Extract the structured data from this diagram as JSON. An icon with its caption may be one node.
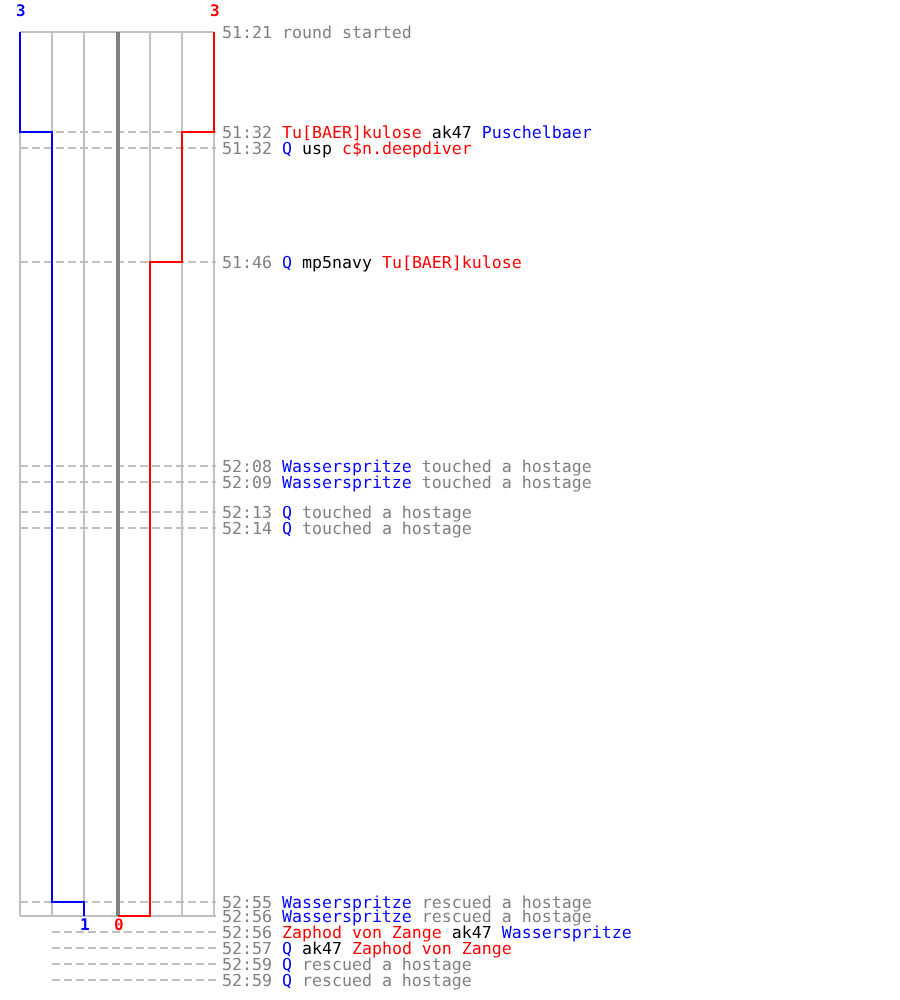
{
  "diagram": {
    "labels": [
      "3",
      "3",
      "51:21",
      "round started",
      "51:32",
      "Tu[BAER]kulose",
      "ak47",
      "Puschelbaer",
      "51:32",
      "Q",
      "usp",
      "c$n.deepdiver",
      "51:46",
      "Q",
      "mp5navy",
      "Tu[BAER]kulose",
      "52:08",
      "Wasserspritze",
      "touched a hostage",
      "52:09",
      "Wasserspritze",
      "touched a hostage",
      "52:13",
      "Q",
      "touched a hostage",
      "52:14",
      "Q",
      "touched a hostage",
      "52:55",
      "Wasserspritze",
      "rescued a hostage",
      "1",
      "0",
      "52:56",
      "Wasserspritze",
      "rescued a hostage",
      "52:56",
      "Zaphod von Zange",
      "ak47",
      "Wasserspritze",
      "52:57",
      "Q",
      "ak47",
      "Zaphod von Zange",
      "52:59",
      "Q",
      "rescued a hostage",
      "52:59",
      "Q",
      "rescued a hostage"
    ]
  }
}
